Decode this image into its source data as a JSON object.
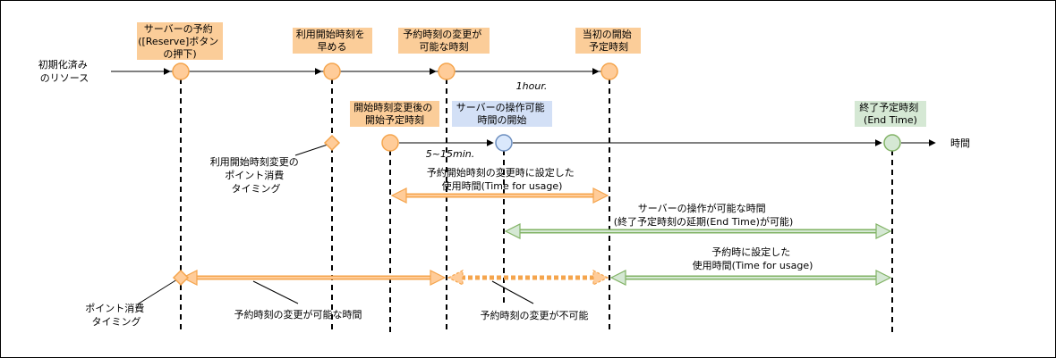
{
  "colors": {
    "orange_fill": "#ffcc99",
    "orange_stroke": "#f5a54d",
    "orange_label_bg": "#fbcd99",
    "blue_fill": "#dae8fc",
    "blue_stroke": "#6c8ebf",
    "blue_label_bg": "#d3e0f6",
    "green_fill": "#d5e8d4",
    "green_stroke": "#82b366",
    "green_label_bg": "#d5e8d4"
  },
  "labels": {
    "resources": [
      "初期化済み",
      "のリソース"
    ],
    "reserve_press": [
      "サーバーの予約",
      "([Reserve]ボタン",
      "の押下)"
    ],
    "advance_start": [
      "利用開始時刻を",
      "早める"
    ],
    "changeable_time": [
      "予約時刻の変更が",
      "可能な時刻"
    ],
    "initial_start": [
      "当初の開始",
      "予定時刻"
    ],
    "one_hour": "1hour.",
    "changed_start": [
      "開始時刻変更後の",
      "開始予定時刻"
    ],
    "operable_start": [
      "サーバーの操作可能",
      "時間の開始"
    ],
    "end_time": [
      "終了予定時刻",
      "(End Time)"
    ],
    "time_axis": "時間",
    "minutes": "5~15min.",
    "point_change": [
      "利用開始時刻変更の",
      "ポイント消費",
      "タイミング"
    ],
    "usage_changed": [
      "予約開始時刻の変更時に設定した",
      "使用時間(Time for usage)"
    ],
    "operable_period": [
      "サーバーの操作が可能な時間",
      "(終了予定時刻の延期(End Time)が可能)"
    ],
    "usage_reserve": [
      "予約時に設定した",
      "使用時間(Time for usage)"
    ],
    "point_consume": [
      "ポイント消費",
      "タイミング"
    ],
    "change_possible": "予約時刻の変更が可能な時間",
    "change_impossible": "予約時刻の変更が不可能"
  }
}
